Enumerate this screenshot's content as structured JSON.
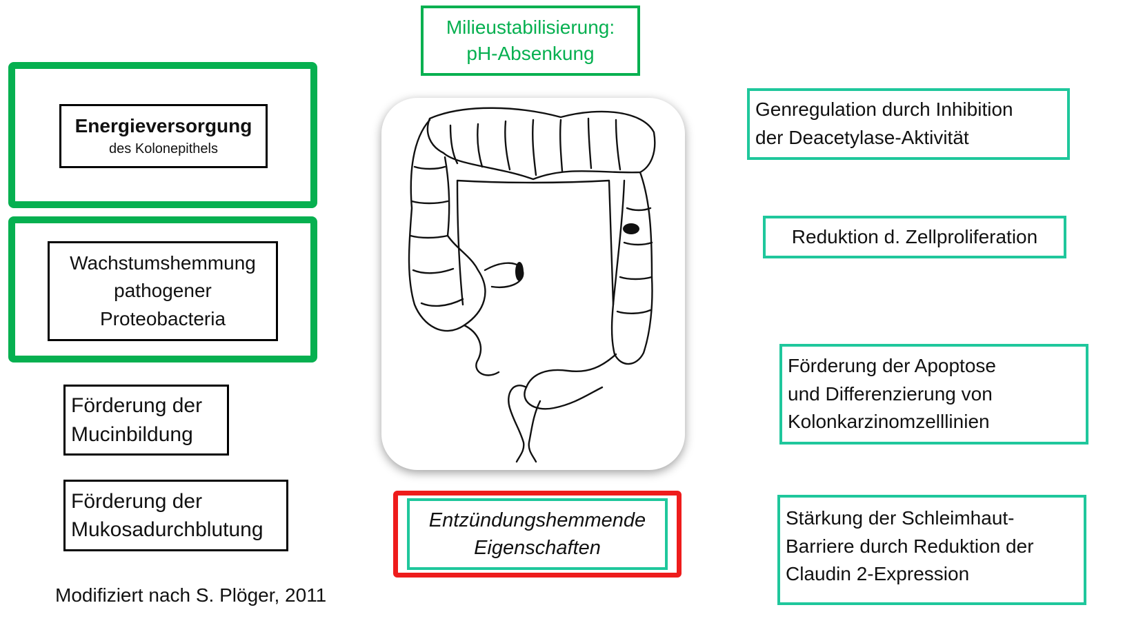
{
  "center_top": {
    "line1": "Milieustabilisierung:",
    "line2": "pH-Absenkung"
  },
  "left": {
    "energie": {
      "title": "Energieversorgung",
      "subtitle": "des Kolonepithels"
    },
    "wachstum": {
      "line1": "Wachstumshemmung",
      "line2": "pathogener",
      "line3": "Proteobacteria"
    },
    "mucin": {
      "line1": "Förderung der",
      "line2": "Mucinbildung"
    },
    "mukosa": {
      "line1": "Förderung der",
      "line2": "Mukosadurchblutung"
    }
  },
  "center_bottom": {
    "line1": "Entzündungshemmende",
    "line2": "Eigenschaften"
  },
  "right": {
    "genregulation": {
      "line1": "Genregulation durch Inhibition",
      "line2": "der Deacetylase-Aktivität"
    },
    "reduktion": {
      "line1": "Reduktion d. Zellproliferation"
    },
    "apoptose": {
      "line1": "Förderung der Apoptose",
      "line2": "und Differenzierung von",
      "line3": "Kolonkarzinomzelllinien"
    },
    "barriere": {
      "line1": "Stärkung der Schleimhaut-",
      "line2": "Barriere durch Reduktion der",
      "line3": "Claudin 2-Expression"
    }
  },
  "footer": {
    "source": "Modifiziert nach S. Plöger, 2011"
  },
  "colors": {
    "green": "#06b050",
    "teal": "#1fc79c",
    "red": "#ee1c1c"
  }
}
